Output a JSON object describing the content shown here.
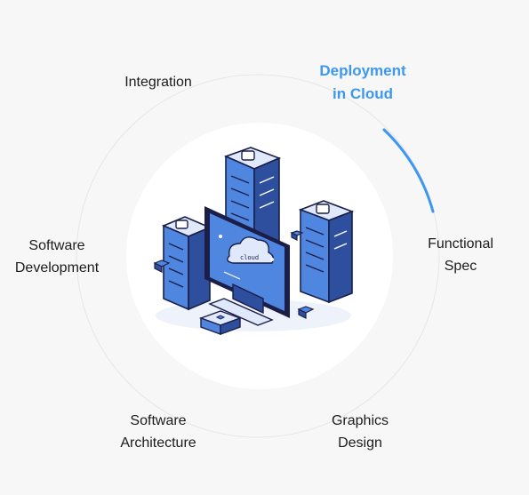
{
  "stages": [
    {
      "id": "integration",
      "lines": [
        "Integration"
      ],
      "active": false
    },
    {
      "id": "deployment",
      "lines": [
        "Deployment",
        "in Cloud"
      ],
      "active": true
    },
    {
      "id": "functional-spec",
      "lines": [
        "Functional",
        "Spec"
      ],
      "active": false
    },
    {
      "id": "graphics-design",
      "lines": [
        "Graphics",
        "Design"
      ],
      "active": false
    },
    {
      "id": "software-architecture",
      "lines": [
        "Software",
        "Architecture"
      ],
      "active": false
    },
    {
      "id": "software-development",
      "lines": [
        "Software",
        "Development"
      ],
      "active": false
    }
  ],
  "illustration": {
    "cloud_label": "cloud",
    "colors": {
      "accent": "#3d97f2",
      "ring": "#e6e6e6",
      "center": "#ffffff",
      "dark": "#1b1f48",
      "screen": "#4f86e0"
    }
  }
}
